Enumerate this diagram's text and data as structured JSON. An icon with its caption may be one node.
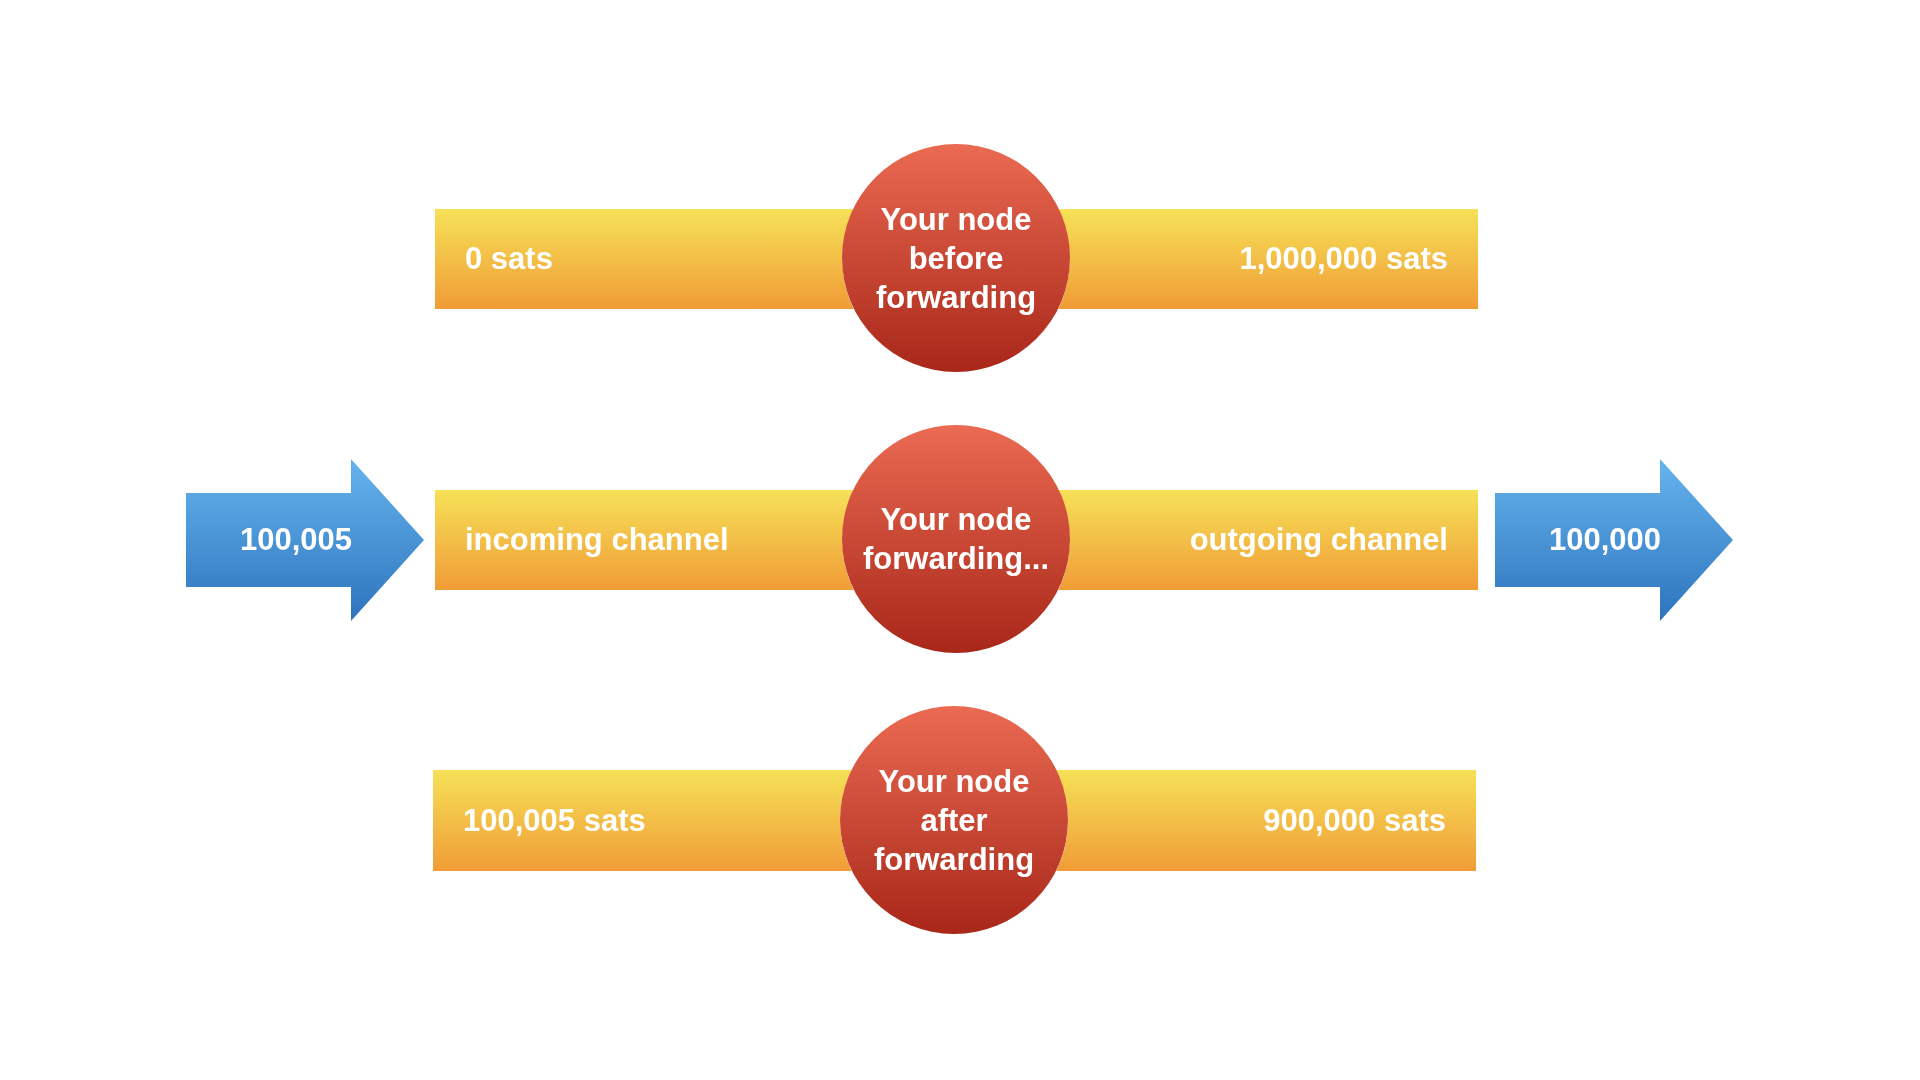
{
  "diagram": {
    "nodes": [
      {
        "text": [
          "0 sats"
        ]
      },
      {
        "text": [
          "Your node before forwarding"
        ]
      },
      {
        "text": [
          "1,000,000 sats"
        ]
      },
      {
        "text": [
          "100,005"
        ]
      },
      {
        "text": [
          "incoming channel"
        ]
      },
      {
        "text": [
          "Your node forwarding..."
        ]
      },
      {
        "text": [
          "outgoing channel"
        ]
      },
      {
        "text": [
          "100,000"
        ]
      },
      {
        "text": [
          "100,005 sats"
        ]
      },
      {
        "text": [
          "Your node after forwarding"
        ]
      },
      {
        "text": [
          "900,000 sats"
        ]
      }
    ]
  }
}
